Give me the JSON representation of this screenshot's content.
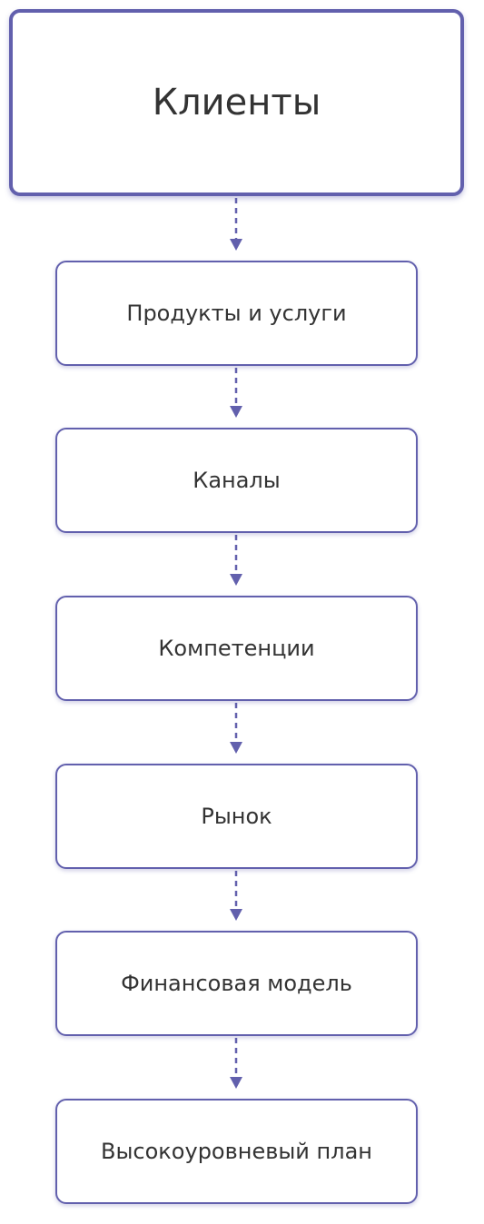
{
  "diagram": {
    "root": {
      "label": "Клиенты"
    },
    "steps": [
      {
        "label": "Продукты и услуги"
      },
      {
        "label": "Каналы"
      },
      {
        "label": "Компетенции"
      },
      {
        "label": "Рынок"
      },
      {
        "label": "Финансовая модель"
      },
      {
        "label": "Высокоуровневый план"
      }
    ],
    "colors": {
      "accent": "#6260ad",
      "text": "#333333",
      "background": "#ffffff"
    }
  }
}
